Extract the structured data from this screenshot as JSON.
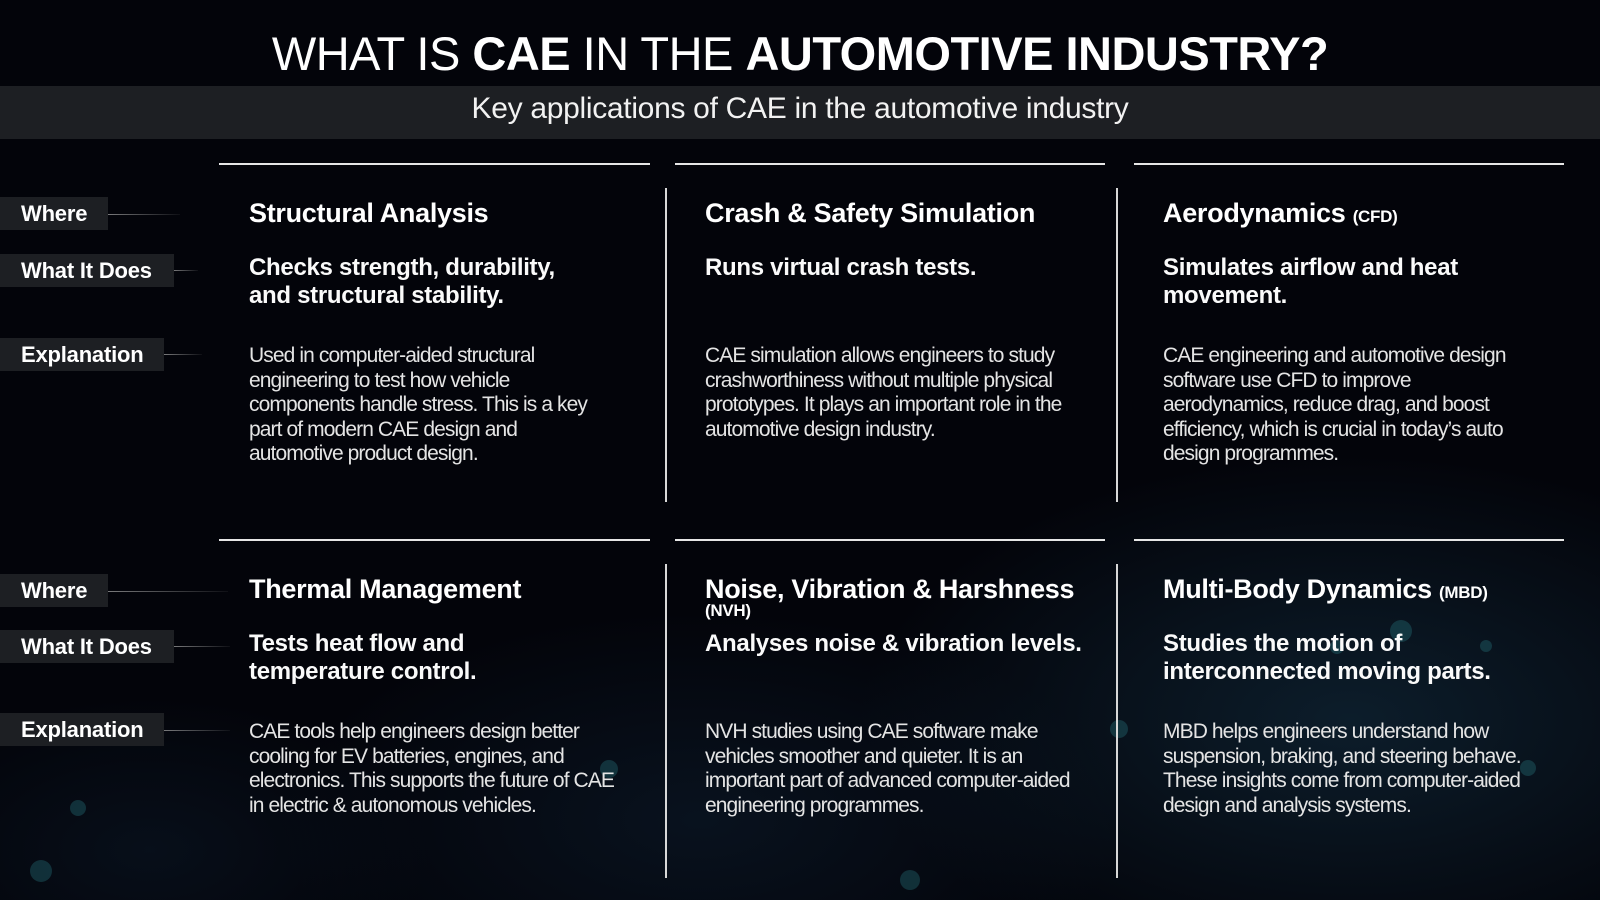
{
  "header": {
    "title_parts": [
      {
        "text": "WHAT IS ",
        "bold": false
      },
      {
        "text": "CAE",
        "bold": true
      },
      {
        "text": " IN THE ",
        "bold": false
      },
      {
        "text": "AUTOMOTIVE INDUSTRY?",
        "bold": true
      }
    ],
    "subtitle": "Key applications of CAE in the automotive industry"
  },
  "row_labels": {
    "where": "Where",
    "what_it_does": "What It Does",
    "explanation": "Explanation"
  },
  "colors": {
    "background": "#03040a",
    "label_bg": "#1d1f23",
    "divider": "#e6e6e6",
    "text": "#ffffff"
  },
  "cards": [
    {
      "title": "Structural Analysis",
      "abbr": "",
      "does": "Checks strength, durability, and structural stability.",
      "explanation": "Used in computer-aided structural engineering to test how vehicle components handle stress. This is a key part of modern CAE design and automotive product design."
    },
    {
      "title": "Crash & Safety Simulation",
      "abbr": "",
      "does": "Runs virtual crash tests.",
      "explanation": "CAE simulation allows engineers to study crashworthiness without multiple physical prototypes. It plays an important role in the automotive design industry."
    },
    {
      "title": "Aerodynamics",
      "abbr": "(CFD)",
      "does": "Simulates airflow and heat movement.",
      "explanation": "CAE engineering and automotive design software use CFD to improve aerodynamics, reduce drag, and boost efficiency, which is crucial in today’s auto design programmes."
    },
    {
      "title": "Thermal Management",
      "abbr": "",
      "does": "Tests heat flow and temperature control.",
      "explanation": "CAE tools help engineers design better cooling for EV batteries, engines, and electronics. This supports the future of CAE in electric & autonomous vehicles."
    },
    {
      "title": "Noise, Vibration & Harshness",
      "abbr": "(NVH)",
      "does": "Analyses noise & vibration levels.",
      "explanation": "NVH studies using CAE software make vehicles smoother and quieter. It is an important part of advanced computer-aided engineering programmes."
    },
    {
      "title": "Multi-Body Dynamics",
      "abbr": "(MBD)",
      "does": "Studies the motion of interconnected moving parts.",
      "explanation": "MBD helps engineers understand how suspension, braking, and steering behave. These insights come from computer-aided design and analysis systems."
    }
  ]
}
